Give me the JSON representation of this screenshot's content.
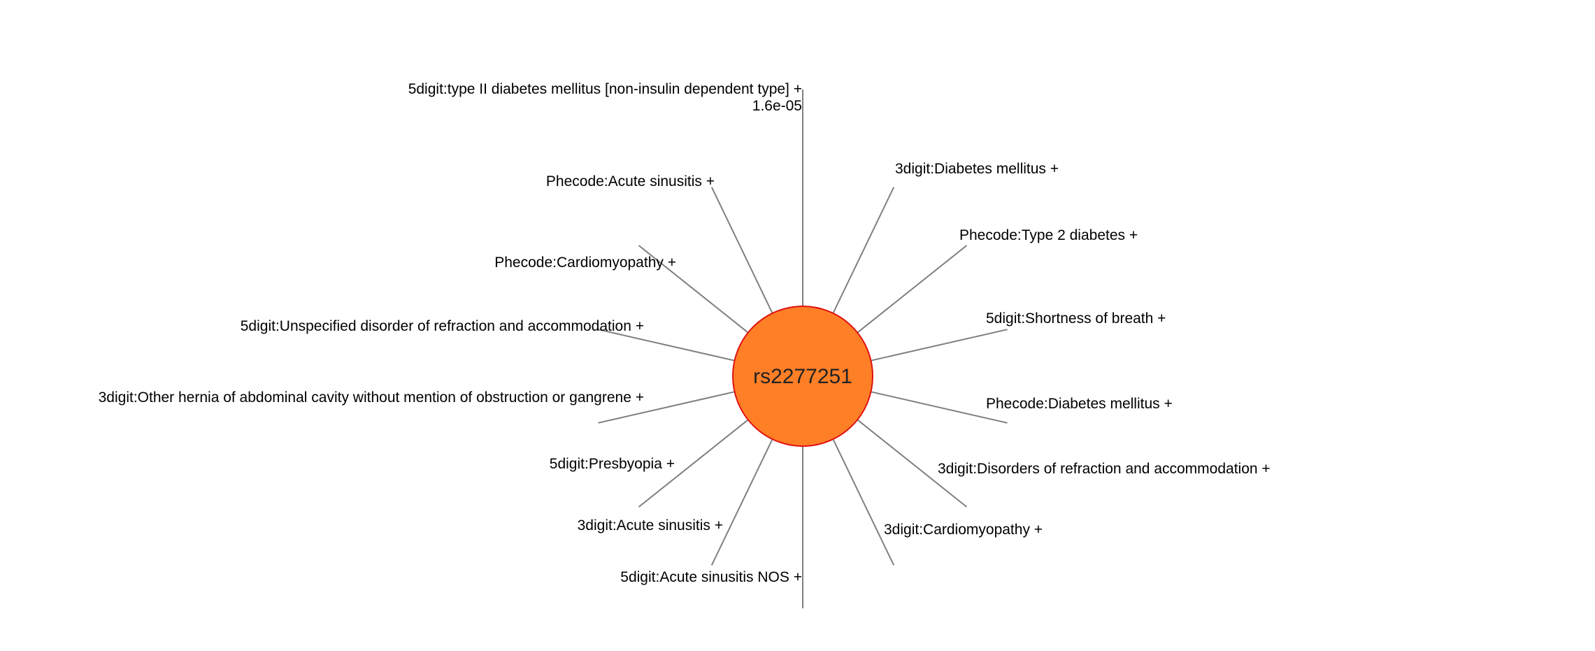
{
  "center": {
    "label": "rs2277251",
    "fill": "#FF7F27",
    "stroke": "#E01010"
  },
  "spoke_color": "#7F7F7F",
  "expand_symbol": "+",
  "nodes": [
    {
      "label": "5digit:type II diabetes mellitus [non-insulin dependent type]",
      "pvalue": "1.6e-05",
      "expanded": true
    },
    {
      "label": "3digit:Diabetes mellitus"
    },
    {
      "label": "Phecode:Type 2 diabetes"
    },
    {
      "label": "5digit:Shortness of breath"
    },
    {
      "label": "Phecode:Diabetes mellitus"
    },
    {
      "label": "3digit:Disorders of refraction and accommodation"
    },
    {
      "label": "3digit:Cardiomyopathy"
    },
    {
      "label": "5digit:Acute sinusitis NOS"
    },
    {
      "label": "3digit:Acute sinusitis"
    },
    {
      "label": "5digit:Presbyopia"
    },
    {
      "label": "3digit:Other hernia of abdominal cavity without mention of obstruction or gangrene"
    },
    {
      "label": "5digit:Unspecified disorder of refraction and accommodation"
    },
    {
      "label": "Phecode:Cardiomyopathy"
    },
    {
      "label": "Phecode:Acute sinusitis"
    }
  ]
}
